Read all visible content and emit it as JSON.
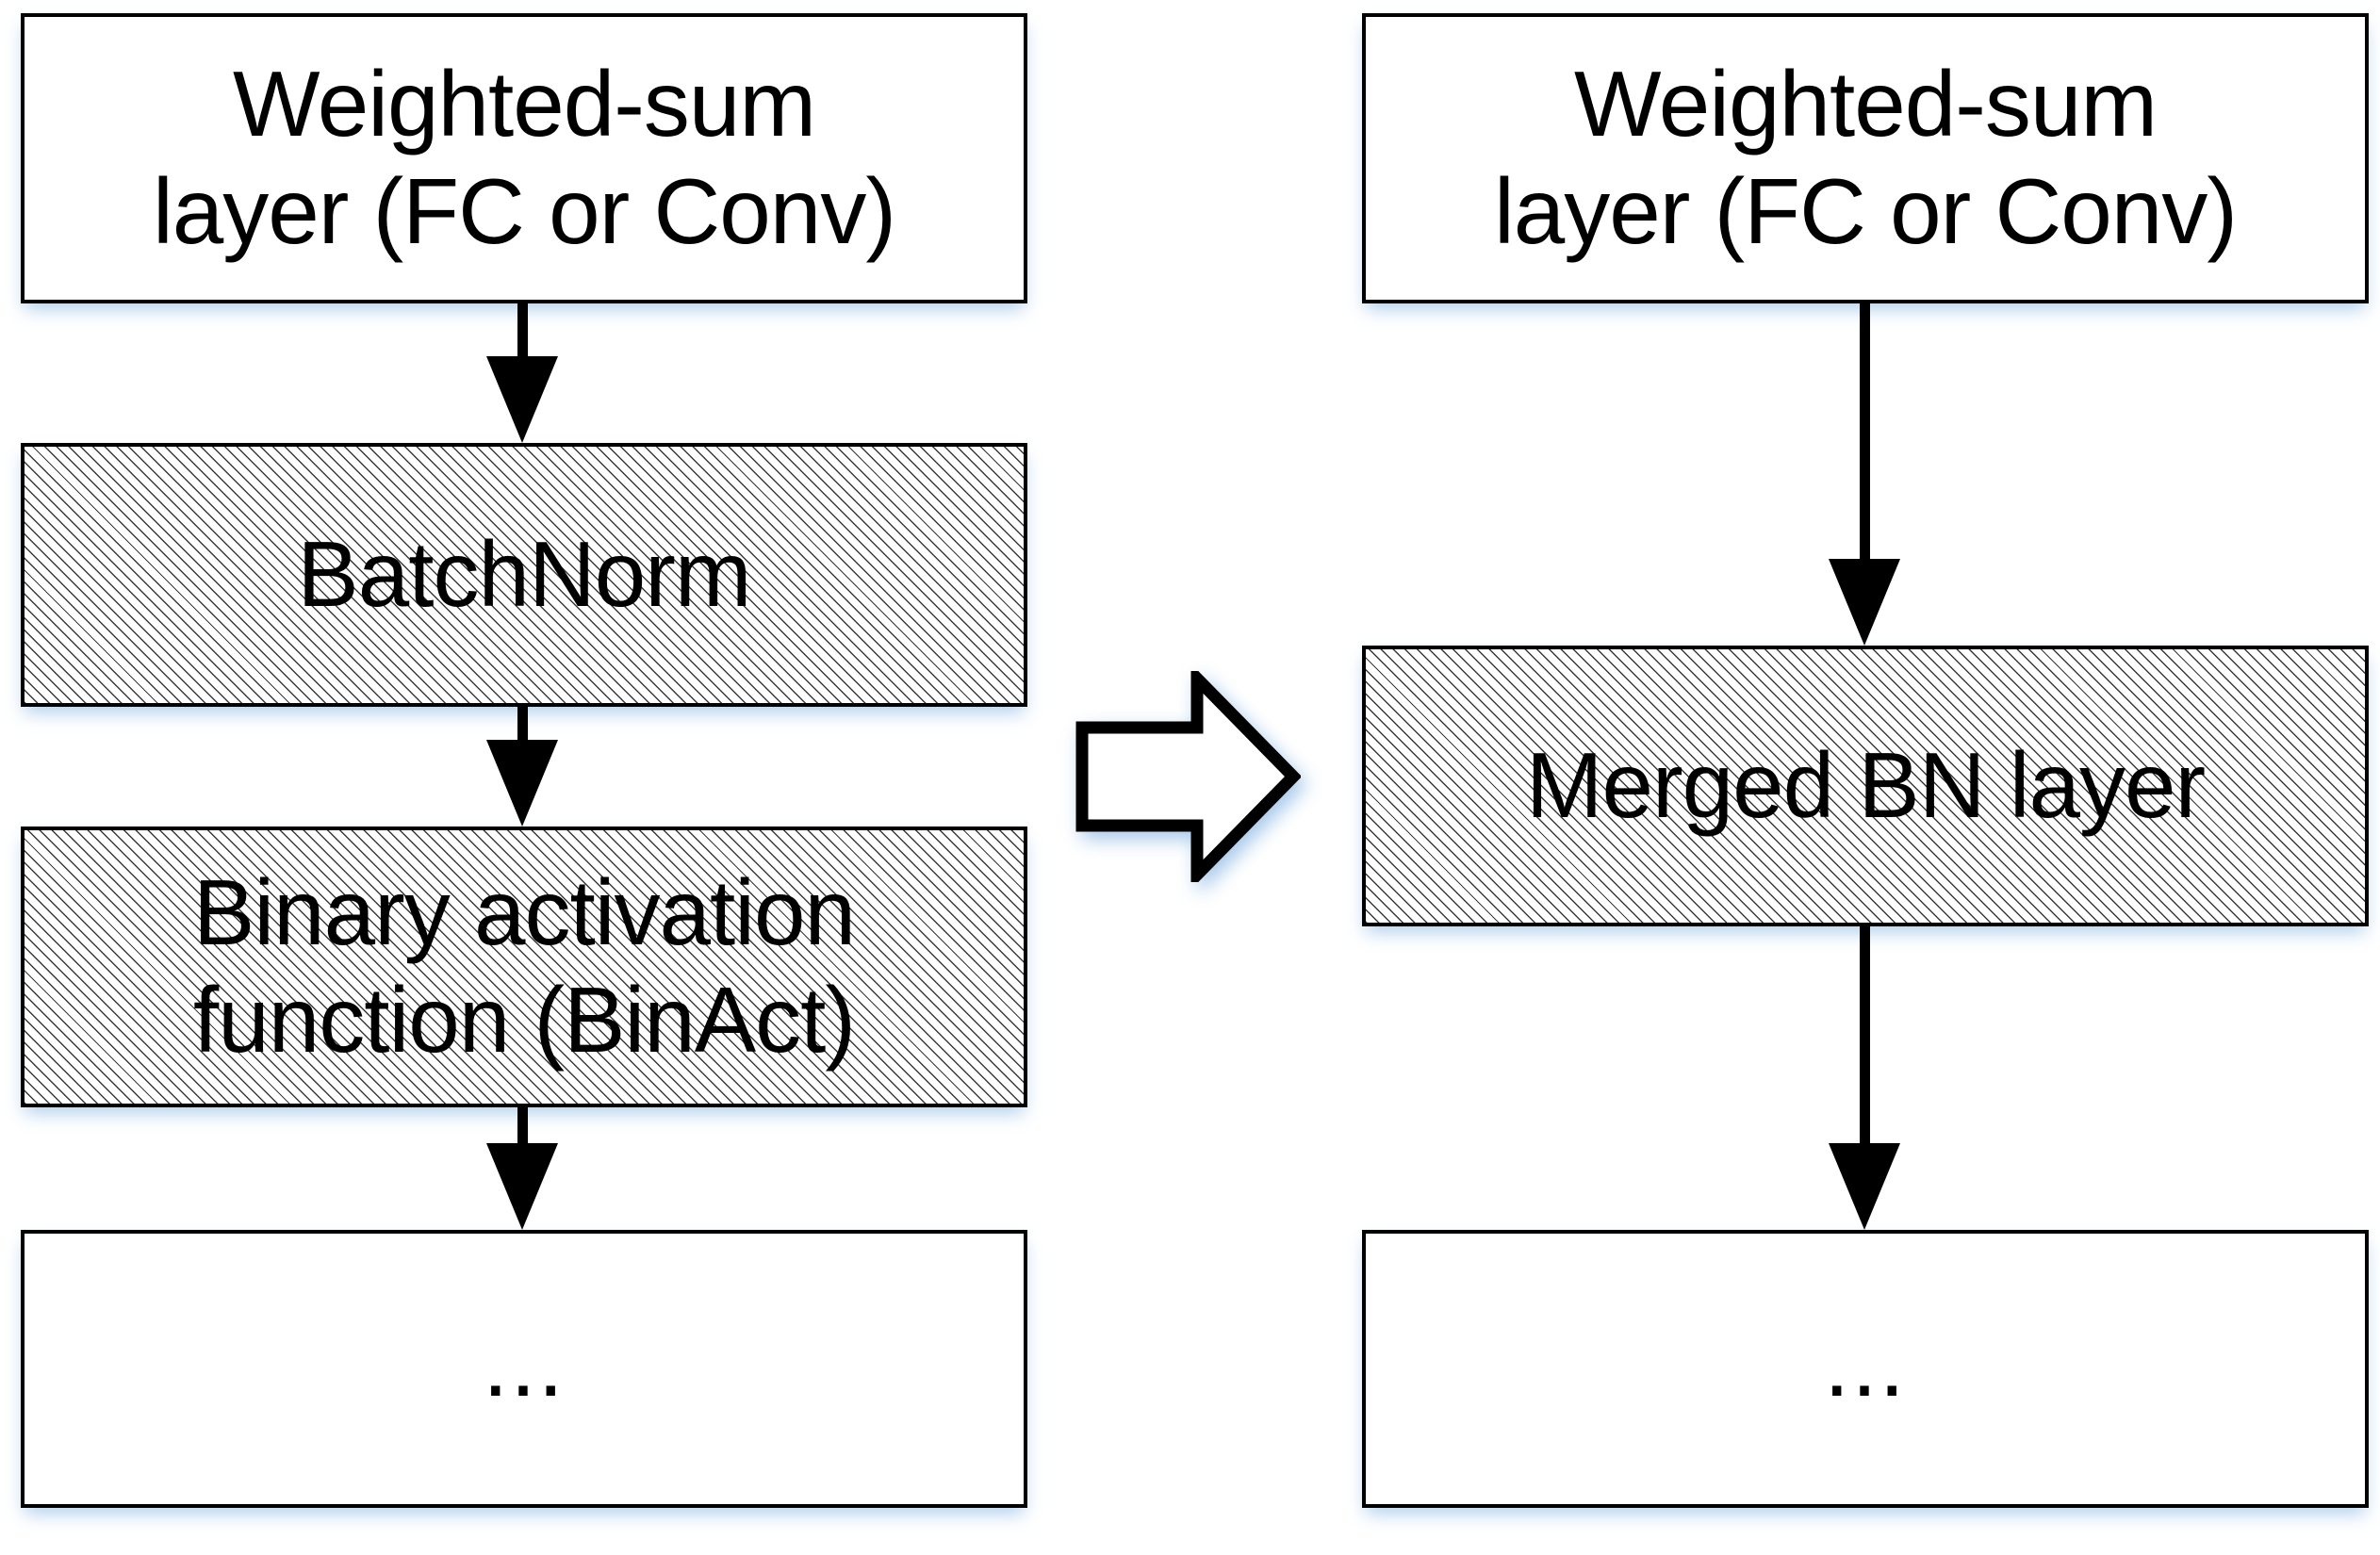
{
  "diagram": {
    "type": "flowchart",
    "title": "Merging BatchNorm and binary activation into a single merged BN layer",
    "colors": {
      "stroke": "#000000",
      "fill_plain": "#ffffff",
      "fill_hatched": "#ffffff",
      "hatch_line": "#3a3a3a",
      "shadow": "#b9d6ef",
      "background": "#ffffff"
    },
    "left_column": {
      "name": "before-merge",
      "nodes": [
        {
          "id": "ws-left",
          "label": "Weighted-sum\nlayer (FC or Conv)",
          "style": "plain"
        },
        {
          "id": "batchnorm",
          "label": "BatchNorm",
          "style": "hatched"
        },
        {
          "id": "binact",
          "label": "Binary activation\nfunction (BinAct)",
          "style": "hatched"
        },
        {
          "id": "more-left",
          "label": "...",
          "style": "plain"
        }
      ],
      "edges": [
        {
          "from": "ws-left",
          "to": "batchnorm",
          "kind": "arrow-down"
        },
        {
          "from": "batchnorm",
          "to": "binact",
          "kind": "arrow-down"
        },
        {
          "from": "binact",
          "to": "more-left",
          "kind": "arrow-down"
        }
      ]
    },
    "transform_arrow": {
      "id": "transform-arrow",
      "kind": "block-arrow-right",
      "label": ""
    },
    "right_column": {
      "name": "after-merge",
      "nodes": [
        {
          "id": "ws-right",
          "label": "Weighted-sum\nlayer (FC or Conv)",
          "style": "plain"
        },
        {
          "id": "merged-bn",
          "label": "Merged BN layer",
          "style": "hatched"
        },
        {
          "id": "more-right",
          "label": "...",
          "style": "plain"
        }
      ],
      "edges": [
        {
          "from": "ws-right",
          "to": "merged-bn",
          "kind": "arrow-down"
        },
        {
          "from": "merged-bn",
          "to": "more-right",
          "kind": "arrow-down"
        }
      ]
    }
  }
}
